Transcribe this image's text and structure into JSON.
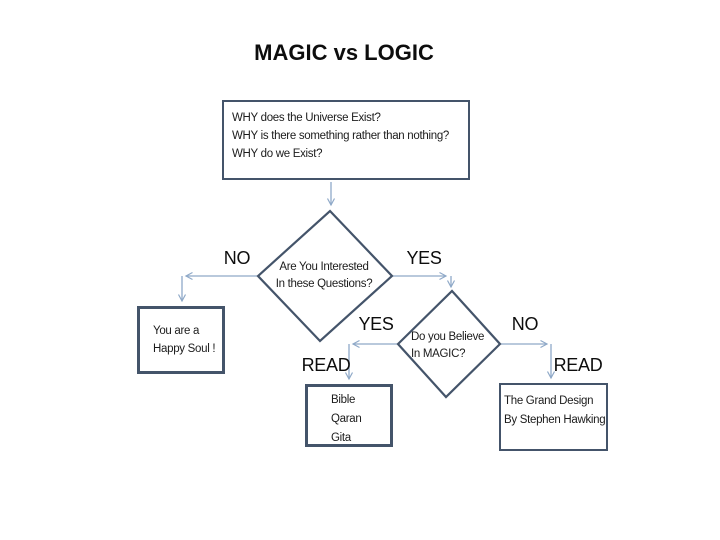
{
  "title": "MAGIC vs LOGIC",
  "colors": {
    "border": "#44546a",
    "arrow": "#8fa9c8",
    "ink": "#1c1c1c"
  },
  "nodes": {
    "question_box": {
      "lines": [
        "WHY does the Universe Exist?",
        "WHY is there something rather than nothing?",
        "WHY do we Exist?"
      ]
    },
    "interest_diamond": {
      "lines": [
        "Are You Interested",
        "In these Questions?"
      ]
    },
    "happy_box": {
      "lines": [
        "You are a",
        "Happy Soul !"
      ]
    },
    "magic_diamond": {
      "lines": [
        "Do you Believe",
        "In MAGIC?"
      ]
    },
    "read_left_box": {
      "lines": [
        "Bible",
        "Qaran",
        "Gita"
      ]
    },
    "read_right_box": {
      "lines": [
        "The Grand Design",
        "By Stephen Hawking"
      ]
    }
  },
  "labels": {
    "interest_no": "NO",
    "interest_yes": "YES",
    "magic_yes": "YES",
    "magic_no": "NO",
    "read_left": "READ",
    "read_right": "READ"
  }
}
